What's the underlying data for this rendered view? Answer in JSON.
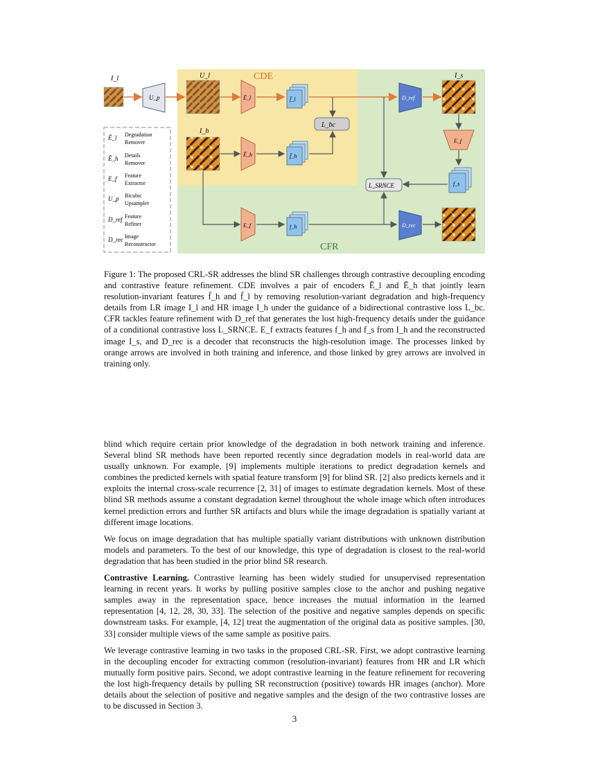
{
  "figure": {
    "region_cde_label": "CDE",
    "region_cfr_label": "CFR",
    "input_lr_label": "I_l",
    "upsampled_label": "U_l",
    "hr_label": "I_h",
    "sr_label": "I_s",
    "upsampler_label": "U_p",
    "enc_l_label": "Ē_l",
    "enc_h_label": "Ē_h",
    "feat_l_label": "f̄_l",
    "feat_h_bar_label": "f̄_h",
    "loss_bc_label": "L_bc",
    "loss_srnce_label": "L_SRNCE",
    "ef_label": "E_f",
    "fh_label": "f_h",
    "fs_label": "f_s",
    "dref_label": "D_ref",
    "drec_label": "D_rec",
    "ef_right_label": "E_f",
    "legend": [
      {
        "sym": "Ē_l",
        "line1": "Degradation",
        "line2": "Remover"
      },
      {
        "sym": "Ē_h",
        "line1": "Details",
        "line2": "Remover"
      },
      {
        "sym": "E_f",
        "line1": "Feature",
        "line2": "Extractor"
      },
      {
        "sym": "U_p",
        "line1": "Bicubic",
        "line2": "Upsampler"
      },
      {
        "sym": "D_ref",
        "line1": "Feature",
        "line2": "Refiner"
      },
      {
        "sym": "D_rec",
        "line1": "Image",
        "line2": "Reconstructor"
      }
    ],
    "colors": {
      "cde_bg": "#f7e6a6",
      "cfr_bg": "#d7e9c7",
      "encoder": "#f2b08f",
      "decoder": "#5b7fcf",
      "feature": "#8fc3ee",
      "upsampler": "#e3e6ee",
      "loss": "#cfcfcf",
      "orange_arrow": "#e07a3a",
      "grey_arrow": "#555555",
      "cde_text": "#d46a1c"
    }
  },
  "caption": {
    "text": "Figure 1:  The proposed CRL-SR addresses the blind SR challenges through contrastive decoupling encoding and contrastive feature refinement. CDE involves a pair of encoders Ē_l and Ē_h that jointly learn resolution-invariant features f̄_h and f̄_l by removing resolution-variant degradation and high-frequency details from LR image I_l and HR image I_h under the guidance of a bidirectional contrastive loss L_bc. CFR tackles feature refinement with D_ref that generates the lost high-frequency details under the guidance of a conditional contrastive loss L_SRNCE. E_f extracts features f_h and f_s from I_h and the reconstructed image I_s, and D_rec is a decoder that reconstructs the high-resolution image. The processes linked by orange arrows are involved in both training and inference, and those linked by grey arrows are involved in training only."
  },
  "body": {
    "p1": "blind which require certain prior knowledge of the degradation in both network training and inference. Several blind SR methods have been reported recently since degradation models in real-world data are usually unknown. For example, [9] implements multiple iterations to predict degradation kernels and combines the predicted kernels with spatial feature transform [9] for blind SR. [2] also predicts kernels and it exploits the internal cross-scale recurrence [2, 31] of images to estimate degradation kernels. Most of these blind SR methods assume a constant degradation kernel throughout the whole image which often introduces kernel prediction errors and further SR artifacts and blurs while the image degradation is spatially variant at different image locations.",
    "p2": "We focus on image degradation that has multiple spatially variant distributions with unknown distribution models and parameters. To the best of our knowledge, this type of degradation is closest to the real-world degradation that has been studied in the prior blind SR research.",
    "p3_head": "Contrastive Learning.",
    "p3": " Contrastive learning has been widely studied for unsupervised representation learning in recent years. It works by pulling positive samples close to the anchor and pushing negative samples away in the representation space, hence increases the mutual information in the learned representation [4, 12, 28, 30, 33]. The selection of the positive and negative samples depends on specific downstream tasks. For example, [4, 12] treat the augmentation of the original data as positive samples. [30, 33] consider multiple views of the same sample as positive pairs.",
    "p4": "We leverage contrastive learning in two tasks in the proposed CRL-SR. First, we adopt contrastive learning in the decoupling encoder for extracting common (resolution-invariant) features from HR and LR which mutually form positive pairs. Second, we adopt contrastive learning in the feature refinement for recovering the lost high-frequency details by pulling SR reconstruction (positive) towards HR images (anchor). More details about the selection of positive and negative samples and the design of the two contrastive losses are to be discussed in Section  3."
  },
  "page_number": "3"
}
